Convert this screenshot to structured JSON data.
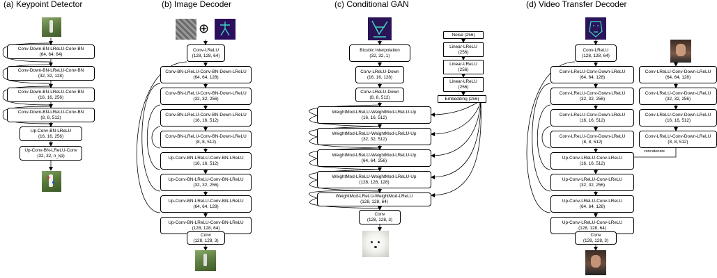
{
  "panels": {
    "a": {
      "title": "(a) Keypoint Detector",
      "blocks": [
        {
          "name": "Conv-Down-BN-LReLU-Conv-BN",
          "shape": "(64, 64, 64)"
        },
        {
          "name": "Conv-Down-BN-LReLU-Conv-BN",
          "shape": "(32, 32, 128)"
        },
        {
          "name": "Conv-Down-BN-LReLU-Conv-BN",
          "shape": "(16, 16, 256)"
        },
        {
          "name": "Conv-Down-BN-LReLU-Conv-BN",
          "shape": "(8, 8, 512)"
        },
        {
          "name": "Up-Conv-BN-LReLU",
          "shape": "(16, 16, 256)"
        },
        {
          "name": "Up-Conv-BN-LReLU-Conv",
          "shape": "(32, 32, n_kp)"
        }
      ]
    },
    "b": {
      "title": "(b) Image Decoder",
      "concat_symbol": "⊕",
      "blocks": [
        {
          "name": "Conv-LReLU",
          "shape": "(128, 128, 64)"
        },
        {
          "name": "Conv-BN-LReLU-Conv-BN-Down-LReLU",
          "shape": "(64, 64, 128)"
        },
        {
          "name": "Conv-BN-LReLU-Conv-BN-Down-LReLU",
          "shape": "(32, 32, 256)"
        },
        {
          "name": "Conv-BN-LReLU-Conv-BN-Down-LReLU",
          "shape": "(16, 16, 512)"
        },
        {
          "name": "Conv-BN-LReLU-Conv-BN-Down-LReLU",
          "shape": "(8, 8, 512)"
        },
        {
          "name": "Up-Conv-BN-LReLU-Conv-BN-LReLU",
          "shape": "(16, 16, 512)"
        },
        {
          "name": "Up-Conv-BN-LReLU-Conv-BN-LReLU",
          "shape": "(32, 32, 256)"
        },
        {
          "name": "Up-Conv-BN-LReLU-Conv-BN-LReLU",
          "shape": "(64, 64, 128)"
        },
        {
          "name": "Up-Conv-BN-LReLU-Conv-BN-LReLU",
          "shape": "(128, 128, 64)"
        },
        {
          "name": "Conv",
          "shape": "(128, 128, 3)"
        }
      ]
    },
    "c": {
      "title": "(c) Conditional GAN",
      "left_blocks": [
        {
          "name": "Bicubic Interpolation",
          "shape": "(32, 32, 1)"
        },
        {
          "name": "Conv-LReLU-Down",
          "shape": "(16, 16, 128)"
        },
        {
          "name": "Conv-LReLU-Down",
          "shape": "(8, 8, 512)"
        }
      ],
      "noise": "Noise (256)",
      "linear_blocks": [
        {
          "name": "Linear-LReLU",
          "shape": "(256)"
        },
        {
          "name": "Linear-LReLU",
          "shape": "(256)"
        },
        {
          "name": "Linear-LReLU",
          "shape": "(256)"
        }
      ],
      "embedding": "Embedding (256)",
      "mod_blocks": [
        {
          "name": "WeightMod-LReLU-WeightMod-LReLU-Up",
          "shape": "(16, 16, 512)"
        },
        {
          "name": "WeightMod-LReLU-WeightMod-LReLU-Up",
          "shape": "(32, 32, 512)"
        },
        {
          "name": "WeightMod-LReLU-WeightMod-LReLU-Up",
          "shape": "(64, 64, 256)"
        },
        {
          "name": "WeightMod-LReLU-WeightMod-LReLU-Up",
          "shape": "(128, 128, 128)"
        },
        {
          "name": "WeightMod-LReLU-WeightMod-LReLU",
          "shape": "(128, 128, 64)"
        }
      ],
      "output_block": {
        "name": "Conv",
        "shape": "(128, 128, 3)"
      }
    },
    "d": {
      "title": "(d) Video Transfer Decoder",
      "main_blocks": [
        {
          "name": "Conv-LReLU",
          "shape": "(128, 128, 64)"
        },
        {
          "name": "Conv-LReLU-Conv-Down-LReLU",
          "shape": "(64, 64, 128)"
        },
        {
          "name": "Conv-LReLU-Conv-Down-LReLU",
          "shape": "(32, 32, 256)"
        },
        {
          "name": "Conv-LReLU-Conv-Down-LReLU",
          "shape": "(16, 16, 512)"
        },
        {
          "name": "Conv-LReLU-Conv-Down-LReLU",
          "shape": "(8, 8, 512)"
        },
        {
          "name": "Up-Conv-LReLU-Conv-LReLU",
          "shape": "(16, 16, 512)"
        },
        {
          "name": "Up-Conv-LReLU-Conv-LReLU",
          "shape": "(32, 32, 256)"
        },
        {
          "name": "Up-Conv-LReLU-Conv-LReLU",
          "shape": "(64, 64, 128)"
        },
        {
          "name": "Up-Conv-LReLU-Conv-LReLU",
          "shape": "(128, 128, 64)"
        },
        {
          "name": "Conv",
          "shape": "(128, 128, 3)"
        }
      ],
      "side_blocks": [
        {
          "name": "Conv-LReLU-Conv-Down-LReLU",
          "shape": "(64, 64, 128)"
        },
        {
          "name": "Conv-LReLU-Conv-Down-LReLU",
          "shape": "(32, 32, 256)"
        },
        {
          "name": "Conv-LReLU-Conv-Down-LReLU",
          "shape": "(16, 16, 512)"
        },
        {
          "name": "Conv-LReLU-Conv-Down-LReLU",
          "shape": "(8, 8, 512)"
        }
      ],
      "concat_label": "concatenate"
    }
  },
  "colors": {
    "line": "#000000",
    "box_fill": "#ffffff"
  }
}
